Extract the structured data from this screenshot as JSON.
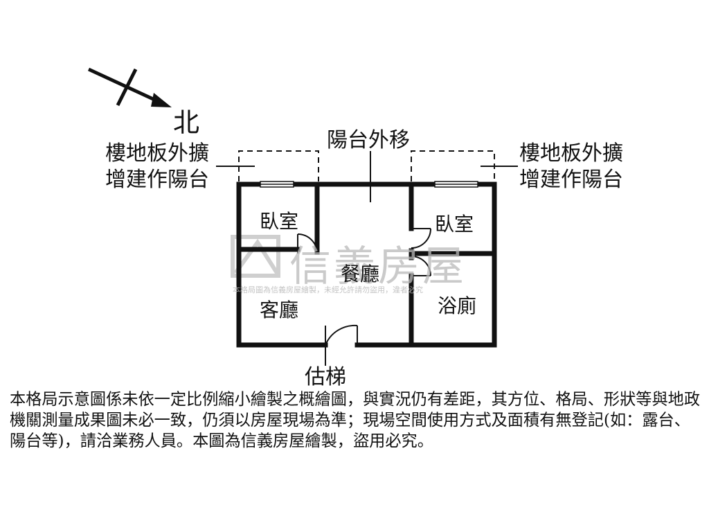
{
  "compass": {
    "label": "北"
  },
  "labels": {
    "balcony_left": [
      "樓地板外擴",
      "增建作陽台"
    ],
    "balcony_right": [
      "樓地板外擴",
      "增建作陽台"
    ],
    "balcony_moved": "陽台外移",
    "stairs": "估梯"
  },
  "rooms": {
    "bedroom_left": "臥室",
    "bedroom_right": "臥室",
    "dining": "餐廳",
    "living": "客廳",
    "bathroom": "浴廁"
  },
  "watermark": {
    "brand": "信義房屋",
    "notice": "本格局圖為信義房屋繪製，未經允許請勿盜用，違者必究"
  },
  "disclaimer": "本格局示意圖係未依一定比例縮小繪製之概繪圖，與實況仍有差距，其方位、格局、形狀等與地政機關測量成果圖未必一致，仍須以房屋現場為準；現場空間使用方式及面積有無登記(如：露台、陽台等)，請洽業務人員。本圖為信義房屋繪製，盜用必究。",
  "colors": {
    "wall": "#111111",
    "watermark": "#b9b9b9"
  }
}
